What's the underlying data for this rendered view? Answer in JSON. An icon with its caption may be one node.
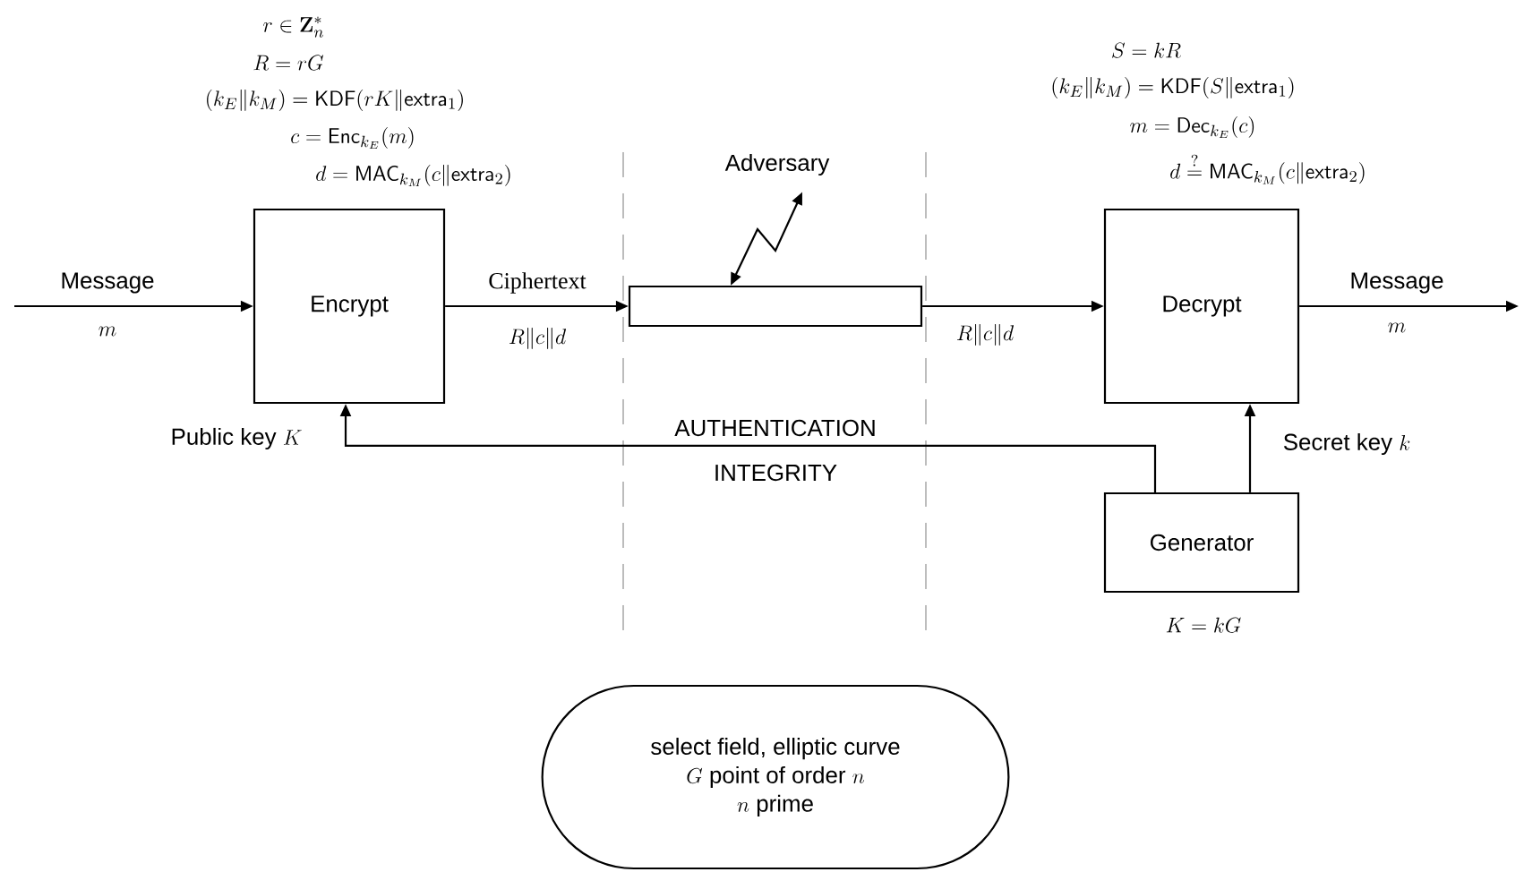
{
  "diagram": {
    "nodes": [
      {
        "text": [
          "Encrypt"
        ],
        "beside": [
          "r \\in \\mathbf{Z}_n^*",
          "R = rG",
          "(k_E \\| k_M) = \\mathsf{KDF}(rK \\| \\mathsf{extra}_1)",
          "c = \\mathsf{Enc}_{k_E}(m)",
          "d = \\mathsf{MAC}_{k_M}(c \\| \\mathsf{extra}_2)"
        ]
      },
      {
        "text": [],
        "shape": "bar"
      },
      {
        "text": [
          "Decrypt"
        ],
        "beside": [
          "S = kR",
          "(k_E \\| k_M) = \\mathsf{KDF}(S \\| \\mathsf{extra}_1)",
          "m = \\mathsf{Dec}_{k_E}(c)",
          "d \\stackrel{?}{=} \\mathsf{MAC}_{k_M}(c \\| \\mathsf{extra}_2)"
        ]
      },
      {
        "text": [
          "Generator"
        ],
        "beside": [
          "K = kG"
        ]
      },
      {
        "text": [
          "Adversary"
        ]
      },
      {
        "text": [
          "\\text{select field, elliptic curve}",
          "G\\text{ point of order }n",
          "n\\text{ prime}"
        ]
      }
    ],
    "edges": [
      {
        "from": null,
        "to": 0,
        "arrow": "to",
        "label": "Message"
      },
      {
        "from": 0,
        "to": 1,
        "arrow": "to",
        "label": "Ciphertext"
      },
      {
        "from": 1,
        "to": 2,
        "arrow": "to"
      },
      {
        "from": 2,
        "to": null,
        "arrow": "to",
        "label": "Message"
      },
      {
        "from": 3,
        "to": 0,
        "arrow": "to",
        "label": "\\text{Public key } K"
      },
      {
        "from": 3,
        "to": 2,
        "arrow": "to",
        "label": "\\text{Secret key } k"
      },
      {
        "from": 4,
        "to": 1,
        "arrow": "both"
      }
    ],
    "labels": [
      "m",
      "R \\| c \\| d",
      "R \\| c \\| d",
      "m",
      "AUTHENTICATION",
      "INTEGRITY"
    ]
  }
}
